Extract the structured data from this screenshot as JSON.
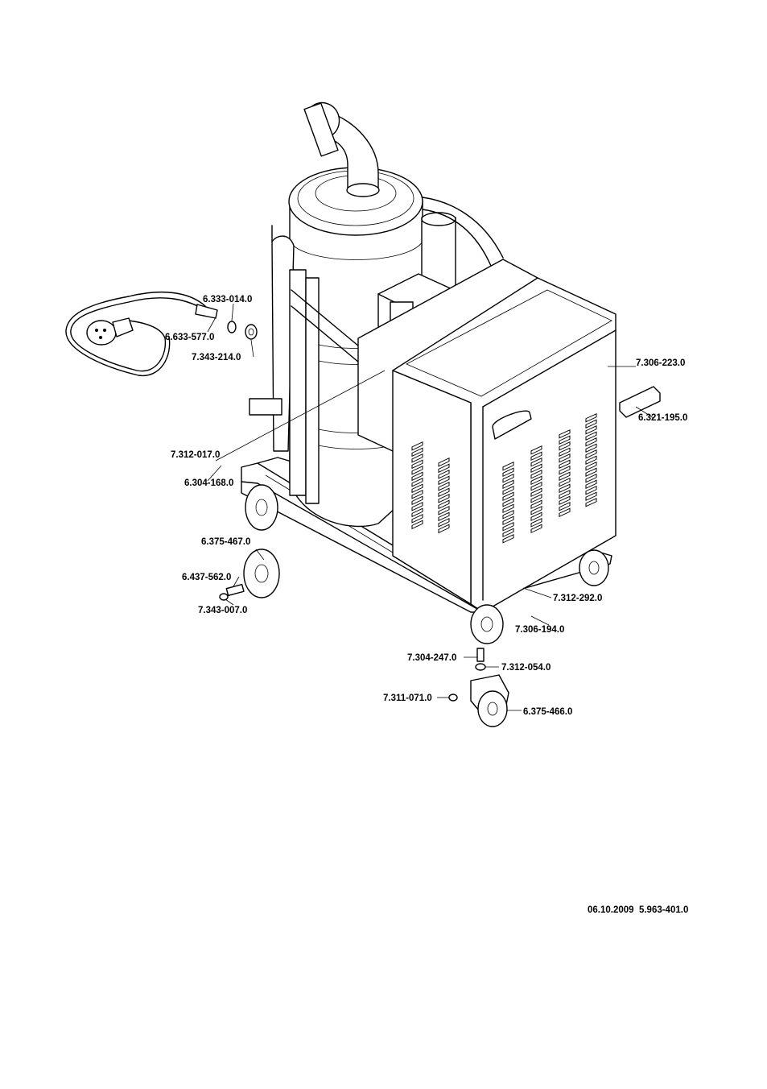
{
  "labels": [
    {
      "id": "p-6333014",
      "text": "6.333-014.0"
    },
    {
      "id": "p-6633577",
      "text": "6.633-577.0"
    },
    {
      "id": "p-7343214",
      "text": "7.343-214.0"
    },
    {
      "id": "p-7306223",
      "text": "7.306-223.0"
    },
    {
      "id": "p-6321195",
      "text": "6.321-195.0"
    },
    {
      "id": "p-7312017",
      "text": "7.312-017.0"
    },
    {
      "id": "p-6304168",
      "text": "6.304-168.0"
    },
    {
      "id": "p-6375467",
      "text": "6.375-467.0"
    },
    {
      "id": "p-6437562",
      "text": "6.437-562.0"
    },
    {
      "id": "p-7343007",
      "text": "7.343-007.0"
    },
    {
      "id": "p-7312292",
      "text": "7.312-292.0"
    },
    {
      "id": "p-7306194",
      "text": "7.306-194.0"
    },
    {
      "id": "p-7304247",
      "text": "7.304-247.0"
    },
    {
      "id": "p-7312054",
      "text": "7.312-054.0"
    },
    {
      "id": "p-7311071",
      "text": "7.311-071.0"
    },
    {
      "id": "p-6375466",
      "text": "6.375-466.0"
    }
  ],
  "footer": {
    "date": "06.10.2009",
    "doc_number": "5.963-401.0"
  }
}
